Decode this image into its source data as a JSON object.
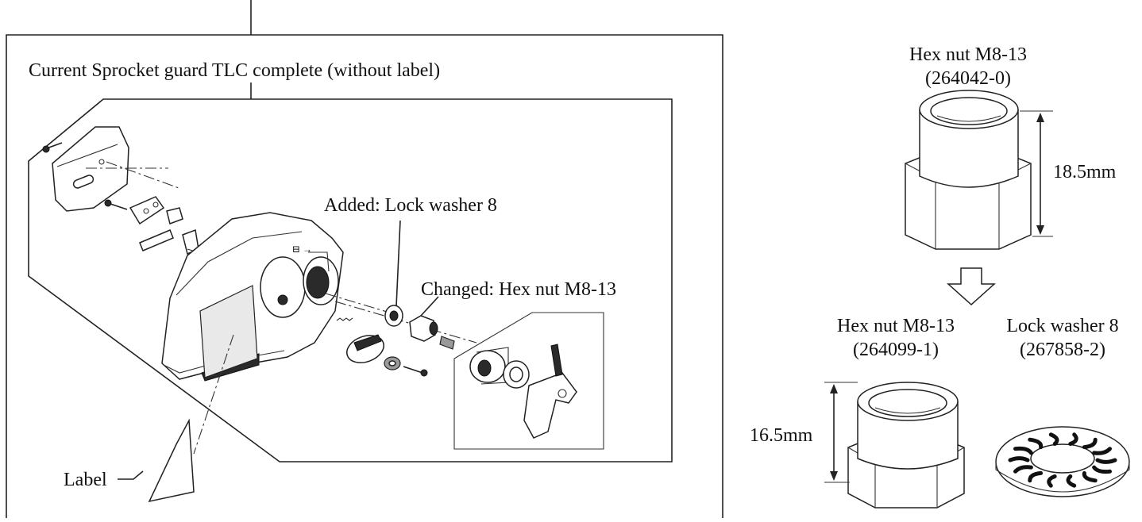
{
  "callouts": {
    "sprocket_guard": "Current Sprocket guard TLC complete (without label)",
    "added": "Added: Lock washer 8",
    "changed": "Changed: Hex nut M8-13",
    "label": "Label"
  },
  "old_nut": {
    "name": "Hex nut M8-13",
    "part_no": "(264042-0)",
    "dimension": "18.5mm"
  },
  "new_nut": {
    "name": "Hex nut M8-13",
    "part_no": "(264099-1)",
    "dimension": "16.5mm"
  },
  "lock_washer": {
    "name": "Lock washer 8",
    "part_no": "(267858-2)"
  }
}
